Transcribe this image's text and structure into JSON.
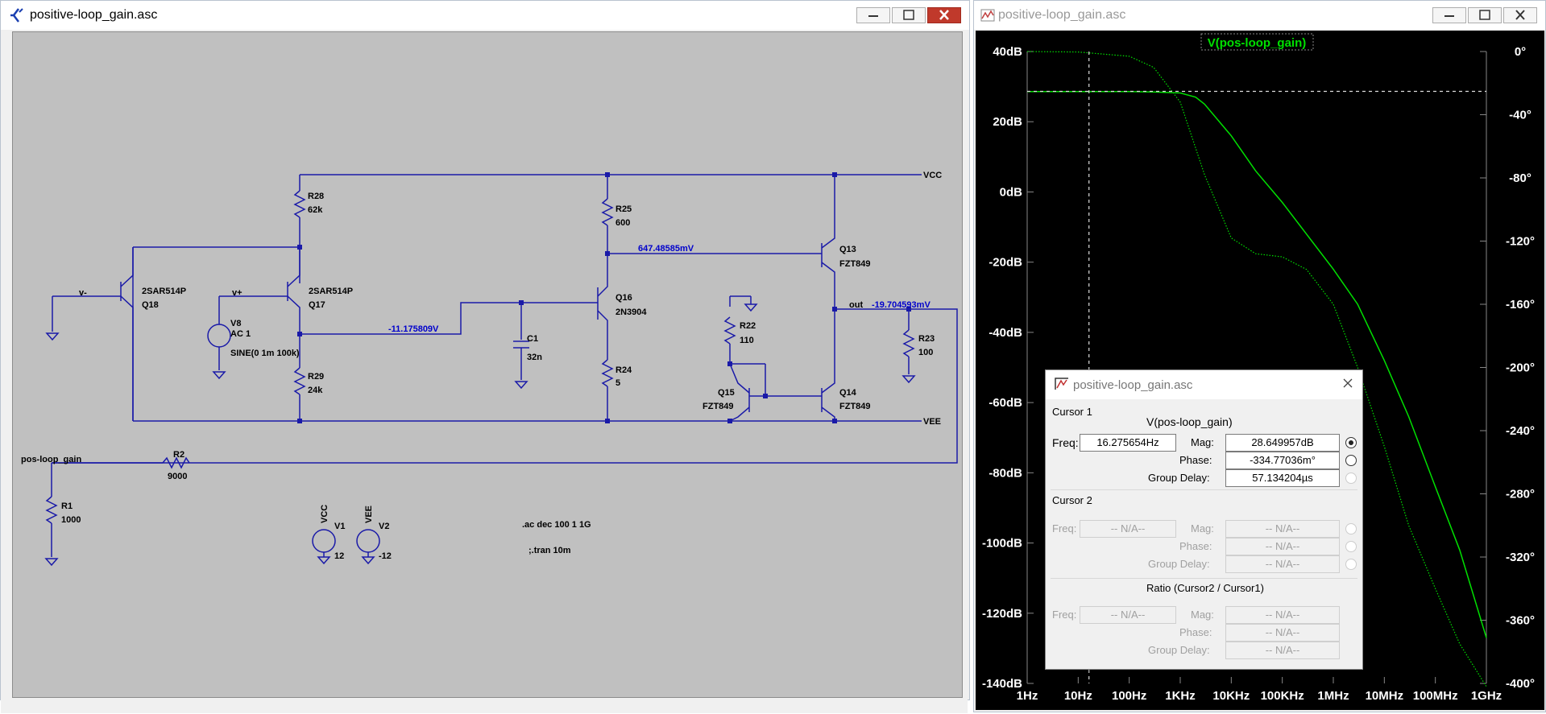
{
  "schematic_window": {
    "title": "positive-loop_gain.asc",
    "components": {
      "R28": {
        "name": "R28",
        "value": "62k"
      },
      "R25": {
        "name": "R25",
        "value": "600"
      },
      "R29": {
        "name": "R29",
        "value": "24k"
      },
      "R24": {
        "name": "R24",
        "value": "5"
      },
      "R22": {
        "name": "R22",
        "value": "110"
      },
      "R23": {
        "name": "R23",
        "value": "100"
      },
      "R2": {
        "name": "R2",
        "value": "9000"
      },
      "R1": {
        "name": "R1",
        "value": "1000"
      },
      "C1": {
        "name": "C1",
        "value": "32n"
      },
      "Q18": {
        "name": "Q18",
        "model": "2SAR514P"
      },
      "Q17": {
        "name": "Q17",
        "model": "2SAR514P"
      },
      "Q16": {
        "name": "Q16",
        "model": "2N3904"
      },
      "Q13": {
        "name": "Q13",
        "model": "FZT849"
      },
      "Q14": {
        "name": "Q14",
        "model": "FZT849"
      },
      "Q15": {
        "name": "Q15",
        "model": "FZT849"
      },
      "V8": {
        "name": "V8",
        "ac": "AC 1",
        "sine": "SINE(0 1m 100k)"
      },
      "V1": {
        "name": "V1",
        "net": "VCC",
        "value": "12"
      },
      "V2": {
        "name": "V2",
        "net": "VEE",
        "value": "-12"
      }
    },
    "nets": {
      "vcc": "VCC",
      "vee": "VEE",
      "vminus": "v-",
      "vplus": "v+",
      "out": "out",
      "pos_loop_gain": "pos-loop_gain"
    },
    "voltage_labels": {
      "q13_base": "647.48585mV",
      "q17_collector": "-11.175809V",
      "out": "-19.704593mV"
    },
    "directives": {
      "ac": ".ac dec 100 1 1G",
      "tran": ";.tran 10m"
    }
  },
  "plot_window": {
    "title": "positive-loop_gain.asc",
    "trace_title": "V(pos-loop_gain)",
    "trace_color": "#00e000",
    "background": "#000000",
    "y_ticks": [
      "40dB",
      "20dB",
      "0dB",
      "-20dB",
      "-40dB",
      "-60dB",
      "-80dB",
      "-100dB",
      "-120dB",
      "-140dB"
    ],
    "y2_ticks": [
      "0°",
      "-40°",
      "-80°",
      "-120°",
      "-160°",
      "-200°",
      "-240°",
      "-280°",
      "-320°",
      "-360°",
      "-400°"
    ],
    "x_ticks": [
      "1Hz",
      "10Hz",
      "100Hz",
      "1KHz",
      "10KHz",
      "100KHz",
      "1MHz",
      "10MHz",
      "100MHz",
      "1GHz"
    ]
  },
  "cursor_dialog": {
    "title": "positive-loop_gain.asc",
    "cursor1_label": "Cursor 1",
    "trace_name": "V(pos-loop_gain)",
    "freq_label": "Freq:",
    "freq_value": "16.275654Hz",
    "mag_label": "Mag:",
    "mag_value": "28.649957dB",
    "phase_label": "Phase:",
    "phase_value": "-334.77036m°",
    "group_delay_label": "Group Delay:",
    "group_delay_value": "57.134204µs",
    "cursor2_label": "Cursor 2",
    "na": "-- N/A--",
    "ratio_label": "Ratio (Cursor2 / Cursor1)"
  },
  "chart_data": {
    "type": "line",
    "title": "V(pos-loop_gain)",
    "x_scale": "log",
    "xlim": [
      1,
      1000000000
    ],
    "ylim": [
      -140,
      40
    ],
    "y2lim": [
      -400,
      0
    ],
    "series": [
      {
        "name": "V(pos-loop_gain)",
        "role": "magnitude (dB)",
        "style": "solid",
        "x": [
          1,
          10,
          30,
          100,
          300,
          1000,
          2000,
          3000,
          10000,
          30000,
          100000,
          1000000,
          3000000,
          10000000,
          30000000,
          100000000,
          300000000,
          1000000000
        ],
        "y": [
          28.6,
          28.6,
          28.6,
          28.6,
          28.5,
          28.2,
          27.0,
          25.0,
          16.0,
          6.0,
          -3.0,
          -22.0,
          -32.0,
          -48.0,
          -64.0,
          -84.0,
          -102.0,
          -127.0
        ]
      },
      {
        "name": "V(pos-loop_gain)",
        "role": "phase (°)",
        "style": "dotted",
        "x": [
          1,
          10,
          100,
          300,
          1000,
          3000,
          10000,
          30000,
          100000,
          300000,
          1000000,
          3000000,
          10000000,
          30000000,
          100000000,
          300000000,
          1000000000
        ],
        "y": [
          0,
          -0.3,
          -3,
          -10,
          -32,
          -78,
          -118,
          -128,
          -130,
          -138,
          -160,
          -200,
          -250,
          -300,
          -340,
          -375,
          -402
        ]
      }
    ],
    "cursor": {
      "freq": 16.275654,
      "mag_db": 28.649957
    }
  }
}
